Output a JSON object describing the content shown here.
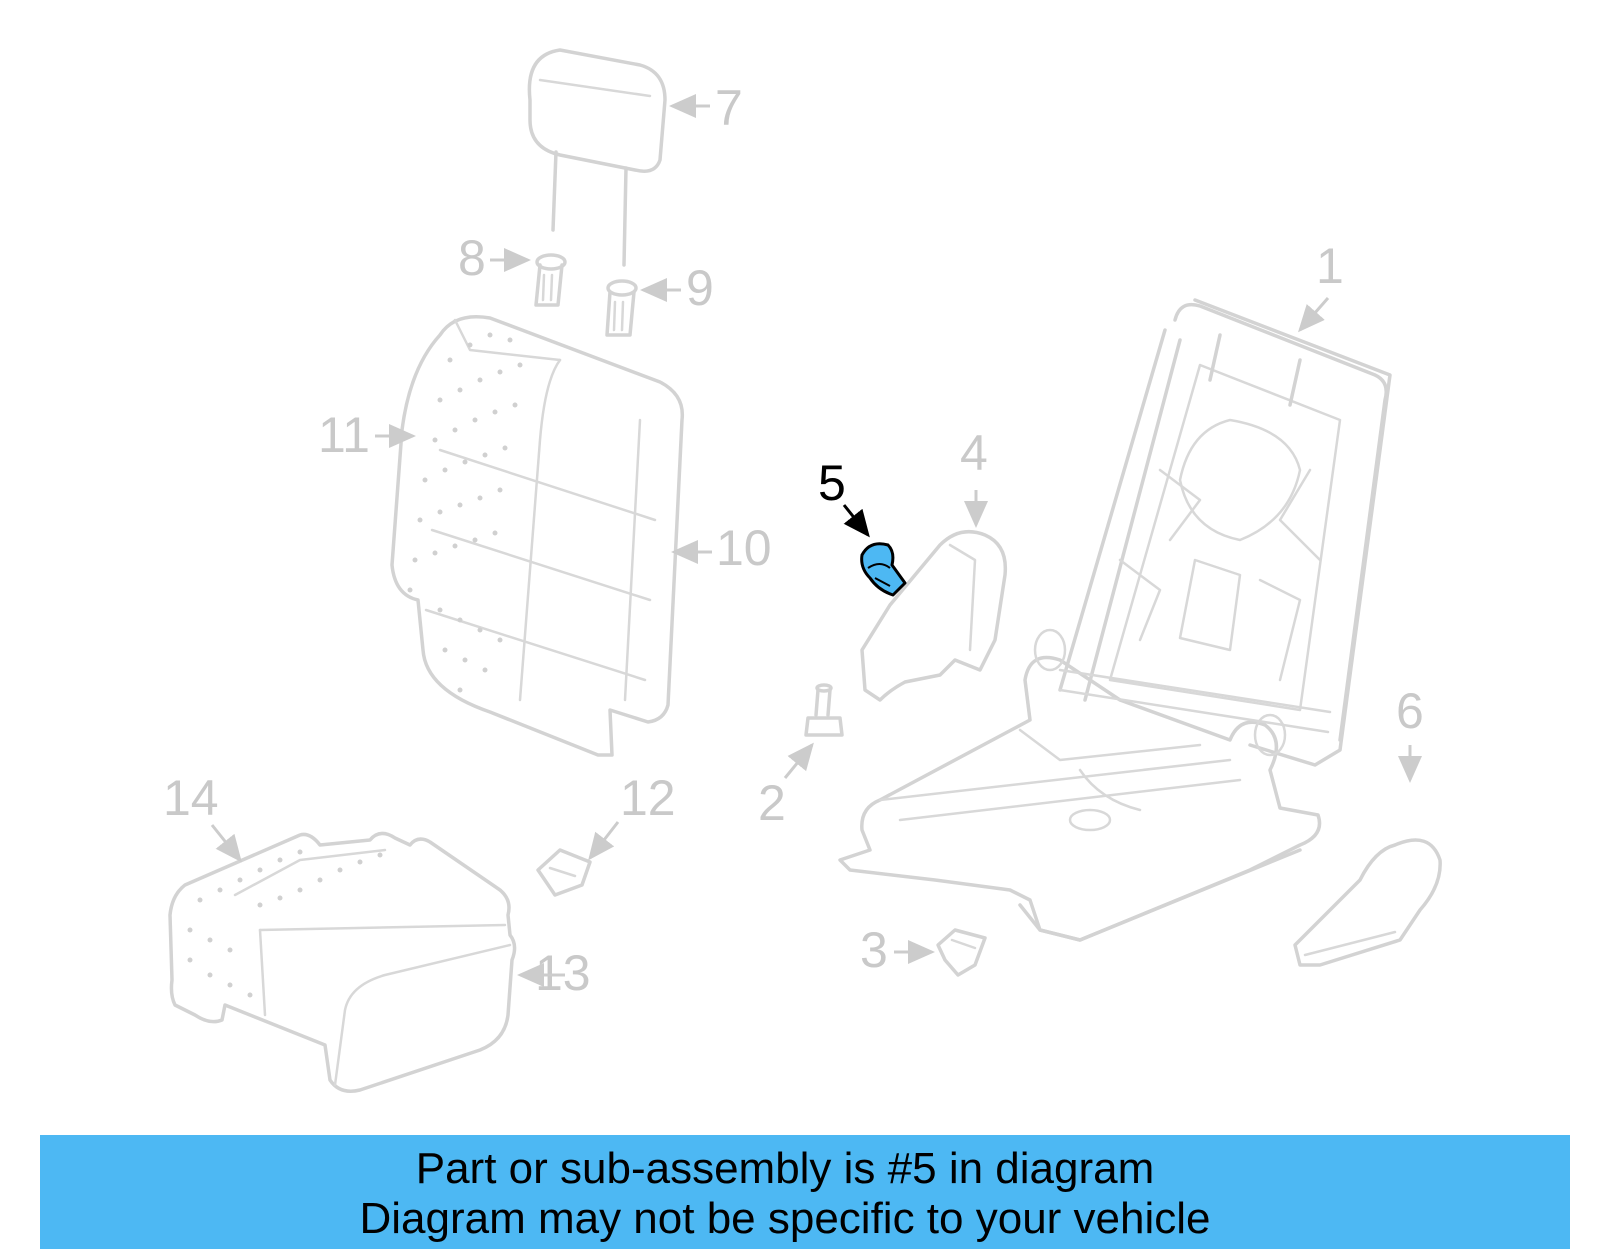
{
  "diagram": {
    "highlighted_part": "5",
    "highlight_color": "#4db8f3",
    "callouts": [
      "1",
      "2",
      "3",
      "4",
      "5",
      "6",
      "7",
      "8",
      "9",
      "10",
      "11",
      "12",
      "13",
      "14"
    ]
  },
  "banner": {
    "line1": "Part or sub-assembly is #5 in diagram",
    "line2": "Diagram may not be specific to your vehicle",
    "background": "#4db8f3"
  }
}
